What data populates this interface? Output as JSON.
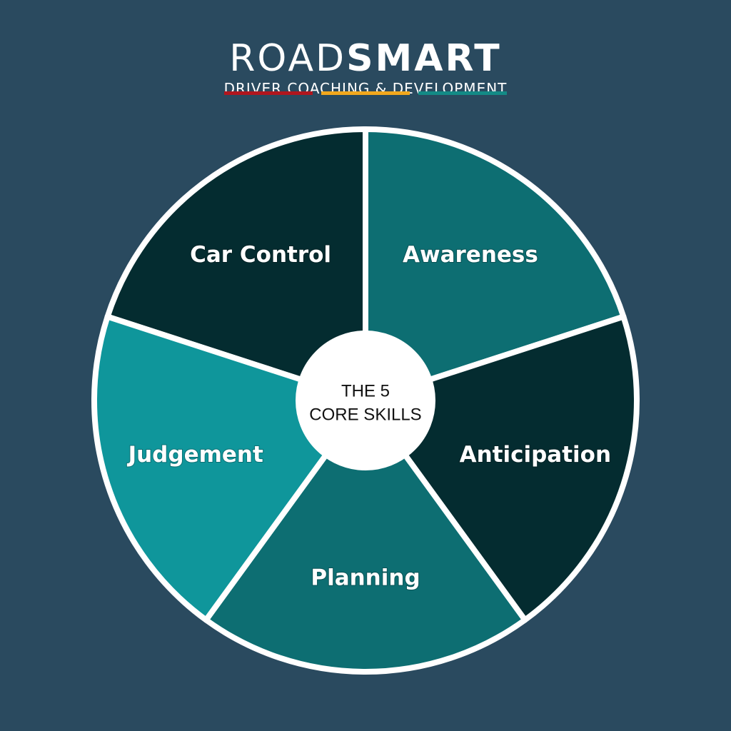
{
  "logo": {
    "word_light": "ROAD",
    "word_bold": "SMART",
    "tagline": "DRIVER COACHING & DEVELOPMENT",
    "bar_colors": [
      "#b0161e",
      "#f2a81d",
      "#138a86"
    ]
  },
  "hub": {
    "line1": "THE 5",
    "line2": "CORE SKILLS",
    "fill": "#ffffff"
  },
  "segments": [
    {
      "label": "Car Control",
      "color": "#042c30"
    },
    {
      "label": "Awareness",
      "color": "#0d6e72"
    },
    {
      "label": "Anticipation",
      "color": "#042c30"
    },
    {
      "label": "Planning",
      "color": "#0d6e72"
    },
    {
      "label": "Judgement",
      "color": "#0f969b"
    }
  ],
  "colors": {
    "background": "#2a4a5f",
    "separator": "#ffffff"
  }
}
